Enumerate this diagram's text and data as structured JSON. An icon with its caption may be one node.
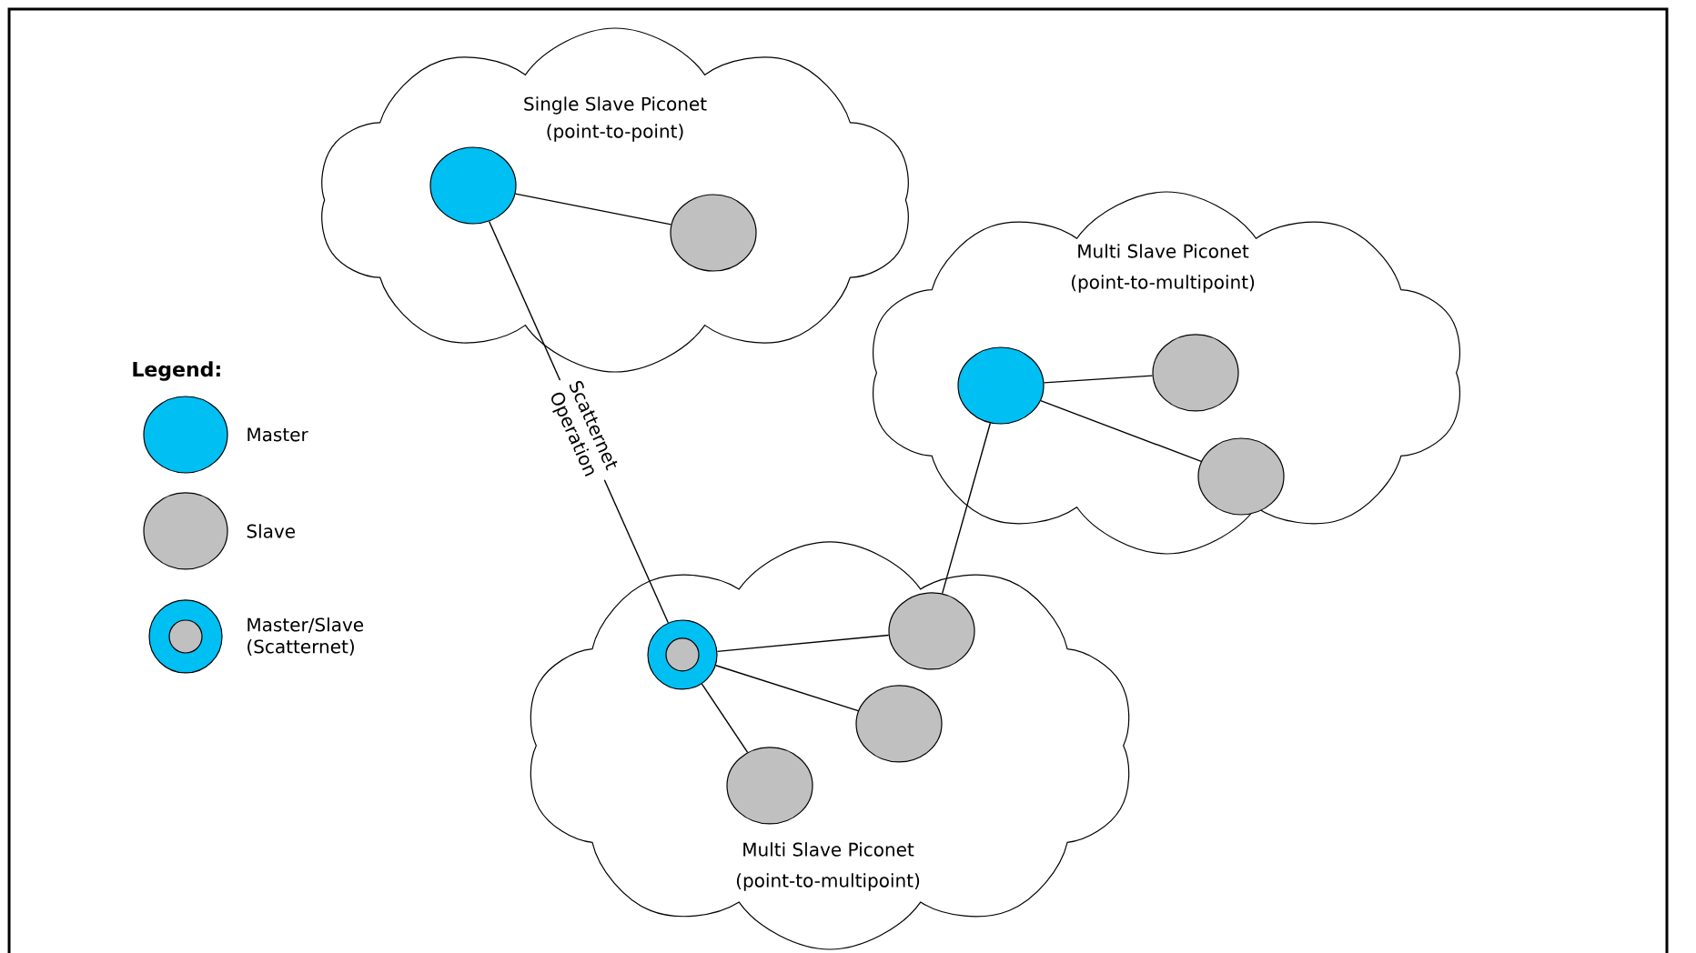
{
  "diagram": {
    "nodes": [
      {
        "text": [
          "Single Slave Piconet",
          "(point-to-point)"
        ]
      },
      {
        "text": [],
        "shape": "circle",
        "in": 0
      },
      {
        "text": [],
        "shape": "circle",
        "in": 0
      },
      {
        "text": [
          "Multi Slave Piconet",
          "(point-to-multipoint)"
        ]
      },
      {
        "text": [],
        "shape": "circle",
        "in": 3
      },
      {
        "text": [],
        "shape": "circle",
        "in": 3
      },
      {
        "text": [],
        "shape": "circle",
        "in": 3
      },
      {
        "text": [
          "Multi Slave Piconet",
          "(point-to-multipoint)"
        ]
      },
      {
        "text": [],
        "shape": "ring",
        "in": 7
      },
      {
        "text": [],
        "shape": "circle",
        "in": 7
      },
      {
        "text": [],
        "shape": "circle",
        "in": 7
      },
      {
        "text": [],
        "shape": "circle",
        "in": 7
      }
    ],
    "edges": [
      {
        "from": 1,
        "to": 2,
        "arrow": "none"
      },
      {
        "from": 1,
        "to": 8,
        "arrow": "none",
        "label": "Scatternet Operation"
      },
      {
        "from": 4,
        "to": 5,
        "arrow": "none"
      },
      {
        "from": 4,
        "to": 6,
        "arrow": "none"
      },
      {
        "from": 4,
        "to": 9,
        "arrow": "none"
      },
      {
        "from": 8,
        "to": 9,
        "arrow": "none"
      },
      {
        "from": 8,
        "to": 10,
        "arrow": "none"
      },
      {
        "from": 8,
        "to": 11,
        "arrow": "none"
      }
    ],
    "labels": [
      "Legend:"
    ],
    "legend": [
      {
        "text": "Master",
        "color": "#00bff3"
      },
      {
        "text": "Slave",
        "color": "#c0c0c0"
      },
      {
        "text": "Master/Slave (Scatternet)"
      }
    ]
  }
}
